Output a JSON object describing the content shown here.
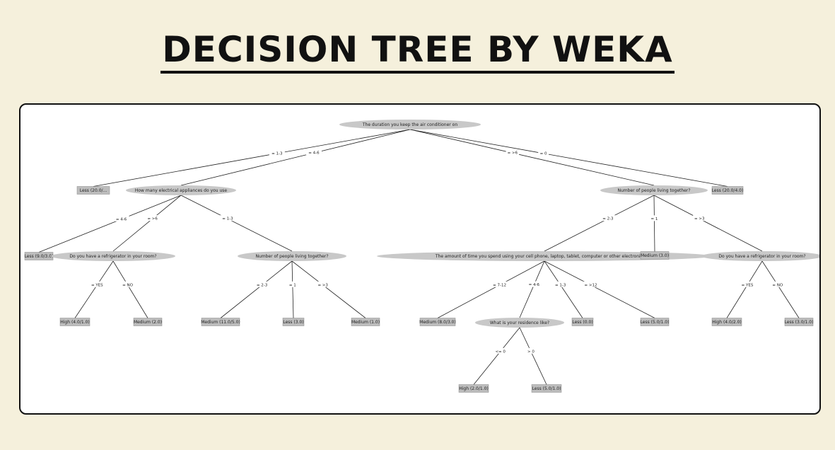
{
  "page": {
    "title": "DECISION TREE BY WEKA"
  },
  "tree": {
    "nodes": [
      {
        "id": "root",
        "kind": "split",
        "label": "The duration you keep the air conditioner on"
      },
      {
        "id": "leaf_less_20",
        "kind": "leaf",
        "label": "Less (20.0/..."
      },
      {
        "id": "appliances",
        "kind": "split",
        "label": "How many electrical appliances do you use"
      },
      {
        "id": "people_a",
        "kind": "split",
        "label": "Number of people living together?"
      },
      {
        "id": "leaf_less_20_4",
        "kind": "leaf",
        "label": "Less (20.0/4.0)"
      },
      {
        "id": "leaf_less_9",
        "kind": "leaf",
        "label": "Less (9.0/3.0)"
      },
      {
        "id": "fridge_a",
        "kind": "split",
        "label": "Do you have a refrigerator in your room?"
      },
      {
        "id": "people_b",
        "kind": "split",
        "label": "Number of people living together?"
      },
      {
        "id": "time_devices",
        "kind": "split",
        "label": "The amount of time you spend using your cell phone, laptop, tablet, computer or other electronic de..."
      },
      {
        "id": "leaf_medium_3",
        "kind": "leaf",
        "label": "Medium (3.0)"
      },
      {
        "id": "fridge_b",
        "kind": "split",
        "label": "Do you have a refrigerator in your room?"
      },
      {
        "id": "leaf_high_4_1",
        "kind": "leaf",
        "label": "High (4.0/1.0)"
      },
      {
        "id": "leaf_medium_2",
        "kind": "leaf",
        "label": "Medium (2.0)"
      },
      {
        "id": "leaf_medium_11_5",
        "kind": "leaf",
        "label": "Medium (11.0/5.0)"
      },
      {
        "id": "leaf_less_3",
        "kind": "leaf",
        "label": "Less (3.0)"
      },
      {
        "id": "leaf_medium_1",
        "kind": "leaf",
        "label": "Medium (1.0)"
      },
      {
        "id": "leaf_medium_8_3",
        "kind": "leaf",
        "label": "Medium (8.0/3.0)"
      },
      {
        "id": "residence",
        "kind": "split",
        "label": "What is your residence like?"
      },
      {
        "id": "leaf_less_0",
        "kind": "leaf",
        "label": "Less (0.0)"
      },
      {
        "id": "leaf_less_5_1",
        "kind": "leaf",
        "label": "Less (5.0/1.0)"
      },
      {
        "id": "leaf_high_4_2",
        "kind": "leaf",
        "label": "High (4.0/2.0)"
      },
      {
        "id": "leaf_less_3_1",
        "kind": "leaf",
        "label": "Less (3.0/1.0)"
      },
      {
        "id": "leaf_high_2_1",
        "kind": "leaf",
        "label": "High (2.0/1.0)"
      },
      {
        "id": "leaf_less_5_1b",
        "kind": "leaf",
        "label": "Less (5.0/1.0)"
      }
    ],
    "edges": [
      {
        "from": "root",
        "to": "leaf_less_20",
        "label": "= 1-3"
      },
      {
        "from": "root",
        "to": "appliances",
        "label": "= 4-6"
      },
      {
        "from": "root",
        "to": "people_a",
        "label": "= >6"
      },
      {
        "from": "root",
        "to": "leaf_less_20_4",
        "label": "= 0"
      },
      {
        "from": "appliances",
        "to": "leaf_less_9",
        "label": "= 4-6"
      },
      {
        "from": "appliances",
        "to": "fridge_a",
        "label": "= >6"
      },
      {
        "from": "appliances",
        "to": "people_b",
        "label": "= 1-3"
      },
      {
        "from": "people_a",
        "to": "time_devices",
        "label": "= 2-3"
      },
      {
        "from": "people_a",
        "to": "leaf_medium_3",
        "label": "= 1"
      },
      {
        "from": "people_a",
        "to": "fridge_b",
        "label": "= >3"
      },
      {
        "from": "fridge_a",
        "to": "leaf_high_4_1",
        "label": "= YES"
      },
      {
        "from": "fridge_a",
        "to": "leaf_medium_2",
        "label": "= NO"
      },
      {
        "from": "people_b",
        "to": "leaf_medium_11_5",
        "label": "= 2-3"
      },
      {
        "from": "people_b",
        "to": "leaf_less_3",
        "label": "= 1"
      },
      {
        "from": "people_b",
        "to": "leaf_medium_1",
        "label": "= >3"
      },
      {
        "from": "time_devices",
        "to": "leaf_medium_8_3",
        "label": "= 7-12"
      },
      {
        "from": "time_devices",
        "to": "residence",
        "label": "= 4-6"
      },
      {
        "from": "time_devices",
        "to": "leaf_less_0",
        "label": "= 1-3"
      },
      {
        "from": "time_devices",
        "to": "leaf_less_5_1",
        "label": "= >12"
      },
      {
        "from": "fridge_b",
        "to": "leaf_high_4_2",
        "label": "= YES"
      },
      {
        "from": "fridge_b",
        "to": "leaf_less_3_1",
        "label": "= NO"
      },
      {
        "from": "residence",
        "to": "leaf_high_2_1",
        "label": "<= 0"
      },
      {
        "from": "residence",
        "to": "leaf_less_5_1b",
        "label": "> 0"
      }
    ],
    "colors": {
      "node_fill": "#c8c8c8",
      "leaf_fill": "#bdbdbd",
      "edge_stroke": "#222222"
    }
  }
}
